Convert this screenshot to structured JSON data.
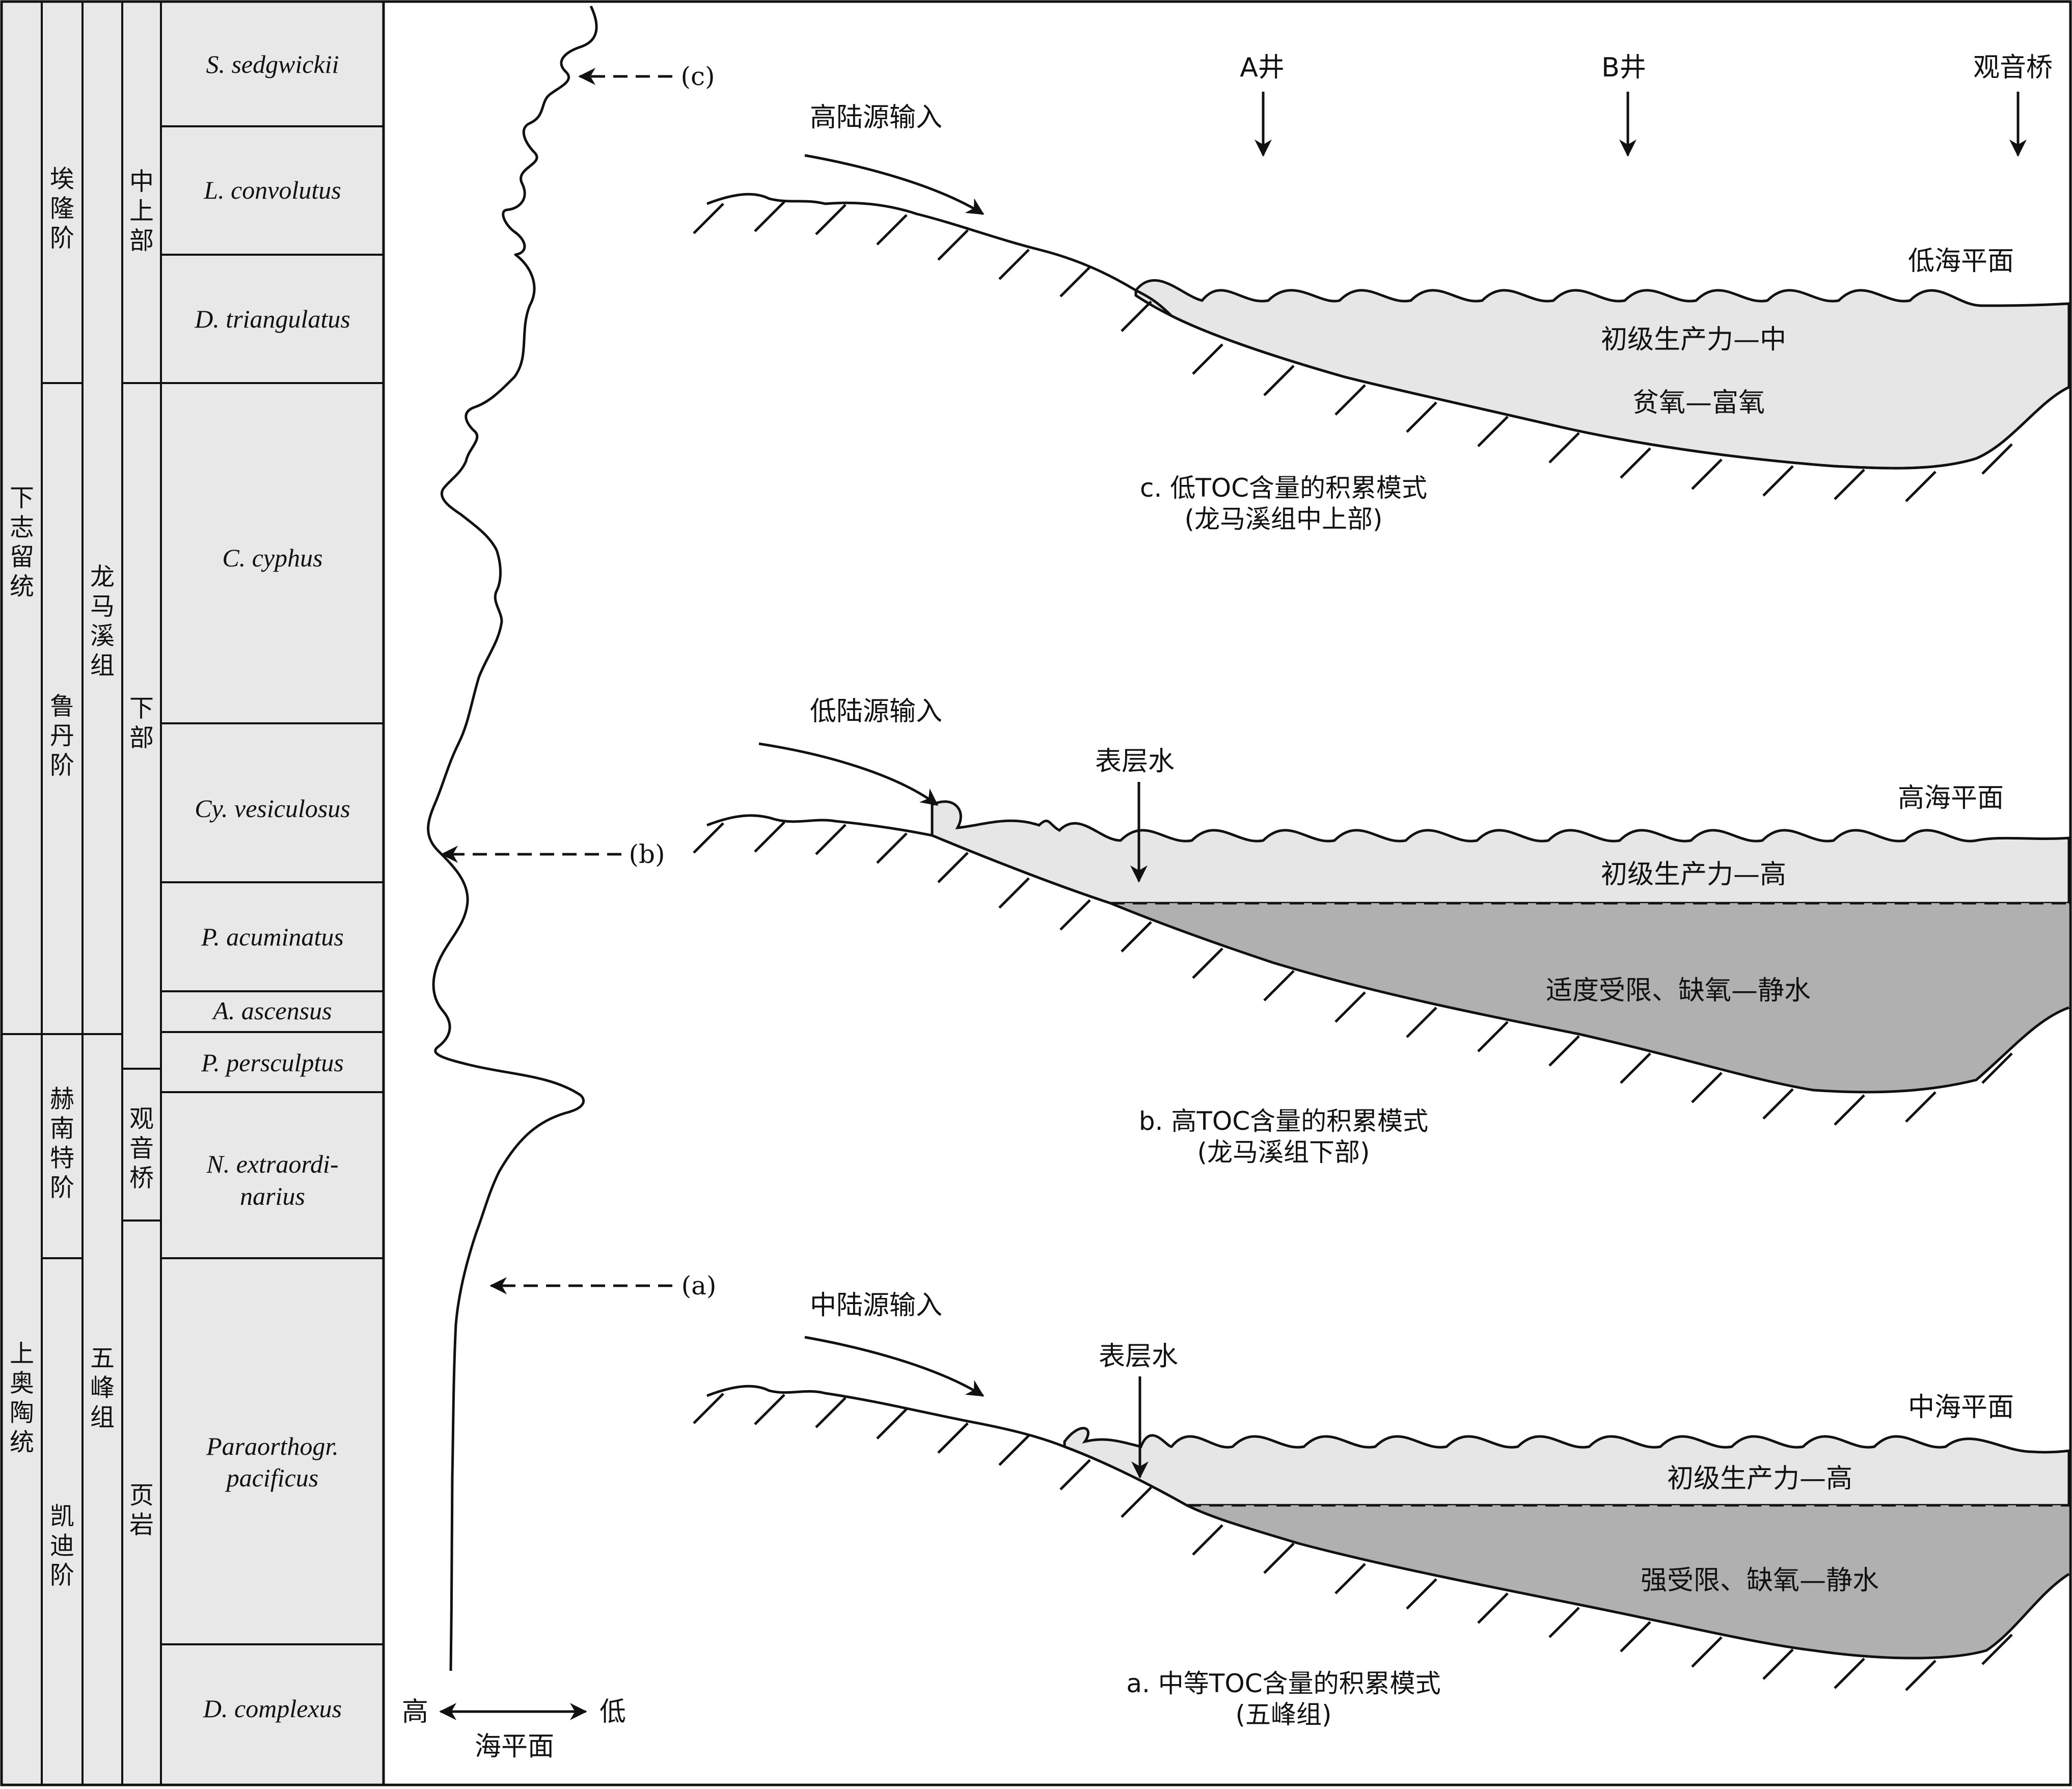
{
  "strat_columns": {
    "series": [
      {
        "label": "下志留统"
      },
      {
        "label": "上奥陶统"
      }
    ],
    "stages": [
      {
        "label": "埃隆阶"
      },
      {
        "label": "鲁丹阶"
      },
      {
        "label": "赫南特阶"
      },
      {
        "label": "凯迪阶"
      }
    ],
    "formations": [
      {
        "label": "龙马溪组"
      },
      {
        "label": "五峰组"
      }
    ],
    "members": [
      {
        "label": "中上部"
      },
      {
        "label": "下部"
      },
      {
        "label": "观音桥"
      },
      {
        "label": "页岩"
      }
    ],
    "zones": [
      {
        "label": "S. sedgwickii"
      },
      {
        "label": "L. convolutus"
      },
      {
        "label": "D. triangulatus"
      },
      {
        "label": "C. cyphus"
      },
      {
        "label": "Cy. vesiculosus"
      },
      {
        "label": "P. acuminatus"
      },
      {
        "label": "A. ascensus"
      },
      {
        "label": "P. persculptus"
      },
      {
        "label": "N. extraordi-",
        "label2": "narius"
      },
      {
        "label": "Paraorthogr.",
        "label2": "pacificus"
      },
      {
        "label": "D. complexus"
      }
    ]
  },
  "sea_level_curve": {
    "axis_high": "高",
    "axis_low": "低",
    "axis_title": "海平面",
    "markers": [
      "(c)",
      "(b)",
      "(a)"
    ]
  },
  "wells": [
    {
      "label": "A井"
    },
    {
      "label": "B井"
    },
    {
      "label": "观音桥"
    }
  ],
  "panel_c": {
    "input": "高陆源输入",
    "sea_level": "低海平面",
    "productivity": "初级生产力—中",
    "redox": "贫氧—富氧",
    "caption": "c. 低TOC含量的积累模式",
    "subcaption": "(龙马溪组中上部)"
  },
  "panel_b": {
    "input": "低陆源输入",
    "surface_water": "表层水",
    "sea_level": "高海平面",
    "productivity": "初级生产力—高",
    "redox": "适度受限、缺氧—静水",
    "caption": "b. 高TOC含量的积累模式",
    "subcaption": "(龙马溪组下部)"
  },
  "panel_a": {
    "input": "中陆源输入",
    "surface_water": "表层水",
    "sea_level": "中海平面",
    "productivity": "初级生产力—高",
    "redox": "强受限、缺氧—静水",
    "caption": "a. 中等TOC含量的积累模式",
    "subcaption": "(五峰组)"
  },
  "colors": {
    "column_fill": "#e8e8e8",
    "surface_water": "#e6e6e6",
    "anoxic_water": "#b0b0b0",
    "line": "#111111"
  }
}
